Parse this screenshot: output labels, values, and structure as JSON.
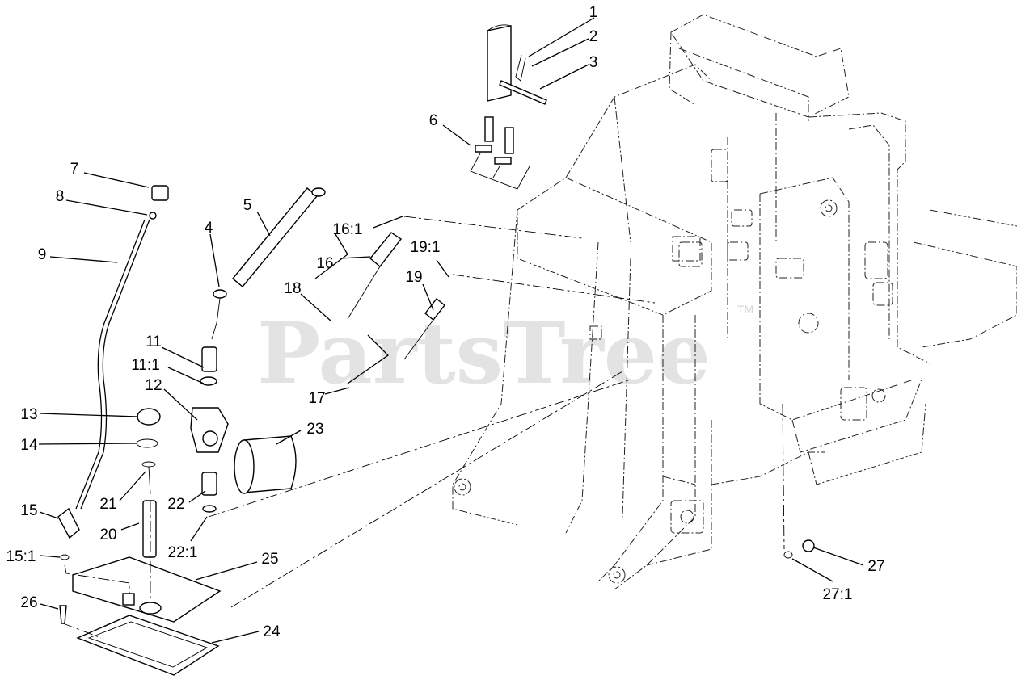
{
  "watermark": {
    "text": "PartsTree",
    "trademark": "TM"
  },
  "callouts": {
    "c1": "1",
    "c2": "2",
    "c3": "3",
    "c4": "4",
    "c5": "5",
    "c6": "6",
    "c7": "7",
    "c8": "8",
    "c9": "9",
    "c11": "11",
    "c11_1": "11:1",
    "c12": "12",
    "c13": "13",
    "c14": "14",
    "c15": "15",
    "c15_1": "15:1",
    "c16": "16",
    "c16_1": "16:1",
    "c17": "17",
    "c18": "18",
    "c19": "19",
    "c19_1": "19:1",
    "c20": "20",
    "c21": "21",
    "c22": "22",
    "c22_1": "22:1",
    "c23": "23",
    "c24": "24",
    "c25": "25",
    "c26": "26",
    "c27": "27",
    "c27_1": "27:1"
  }
}
